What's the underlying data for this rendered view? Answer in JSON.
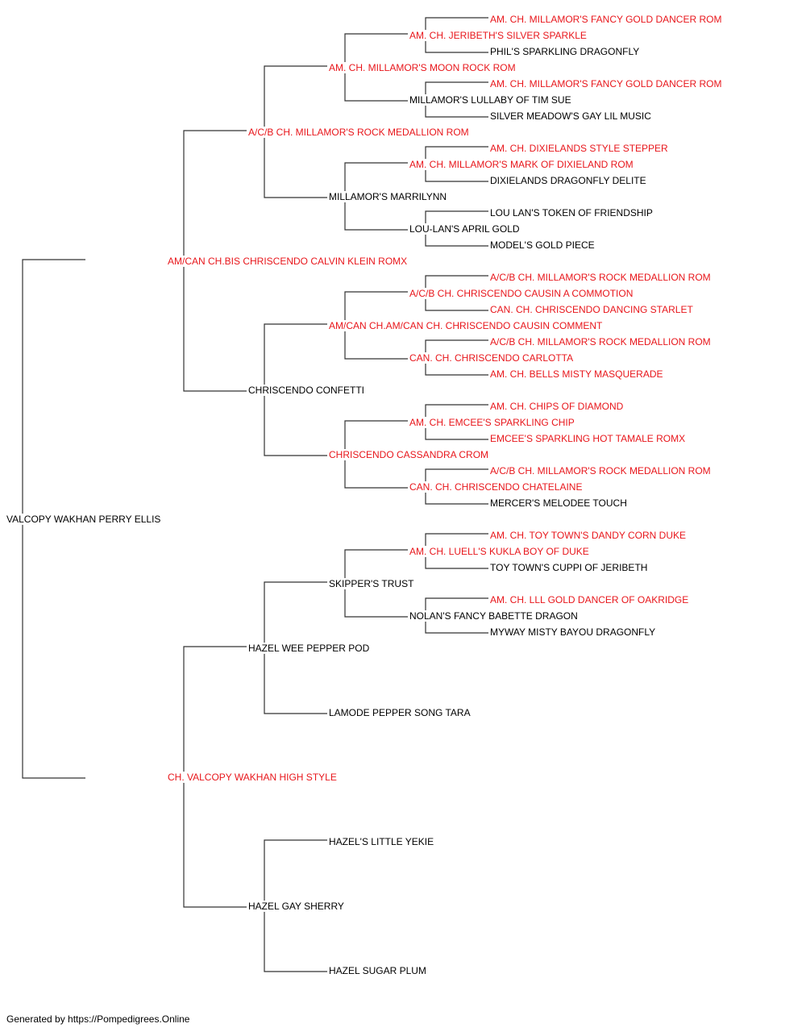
{
  "pedigree": {
    "root": {
      "name": "VALCOPY WAKHAN PERRY ELLIS",
      "champion": false
    },
    "sire": {
      "name": "AM/CAN CH.BIS CHRISCENDO CALVIN KLEIN ROMX",
      "champion": true
    },
    "dam": {
      "name": "CH. VALCOPY WAKHAN HIGH STYLE",
      "champion": true
    },
    "sire_sire": {
      "name": "A/C/B CH. MILLAMOR'S ROCK MEDALLION ROM",
      "champion": true
    },
    "sire_dam": {
      "name": "CHRISCENDO CONFETTI",
      "champion": false
    },
    "dam_sire": {
      "name": "HAZEL WEE PEPPER POD",
      "champion": false
    },
    "dam_dam": {
      "name": "HAZEL GAY SHERRY",
      "champion": false
    },
    "sss": {
      "name": "AM. CH. MILLAMOR'S MOON ROCK ROM",
      "champion": true
    },
    "ssd": {
      "name": "MILLAMOR'S MARRILYNN",
      "champion": false
    },
    "sds": {
      "name": "AM/CAN CH.AM/CAN CH. CHRISCENDO CAUSIN COMMENT",
      "champion": true
    },
    "sdd": {
      "name": "CHRISCENDO CASSANDRA CROM",
      "champion": true
    },
    "dss": {
      "name": "SKIPPER'S TRUST",
      "champion": false
    },
    "dsd": {
      "name": "LAMODE PEPPER SONG TARA",
      "champion": false
    },
    "dds": {
      "name": "HAZEL'S LITTLE YEKIE",
      "champion": false
    },
    "ddd": {
      "name": "HAZEL SUGAR PLUM",
      "champion": false
    },
    "ssss": {
      "name": "AM. CH. JERIBETH'S SILVER SPARKLE",
      "champion": true
    },
    "sssd": {
      "name": "MILLAMOR'S LULLABY OF TIM SUE",
      "champion": false
    },
    "ssds": {
      "name": "AM. CH. MILLAMOR'S MARK OF DIXIELAND ROM",
      "champion": true
    },
    "ssdd": {
      "name": "LOU-LAN'S APRIL GOLD",
      "champion": false
    },
    "sdss": {
      "name": "A/C/B CH. CHRISCENDO CAUSIN A COMMOTION",
      "champion": true
    },
    "sdsd": {
      "name": "CAN. CH. CHRISCENDO CARLOTTA",
      "champion": true
    },
    "sdds": {
      "name": "AM. CH. EMCEE'S SPARKLING CHIP",
      "champion": true
    },
    "sddd": {
      "name": "CAN. CH. CHRISCENDO CHATELAINE",
      "champion": true
    },
    "dsss": {
      "name": "AM. CH. LUELL'S KUKLA BOY OF DUKE",
      "champion": true
    },
    "dssd": {
      "name": "NOLAN'S FANCY BABETTE DRAGON",
      "champion": false
    },
    "g5": [
      {
        "name": "AM. CH. MILLAMOR'S FANCY GOLD DANCER ROM",
        "champion": true
      },
      {
        "name": "PHIL'S SPARKLING DRAGONFLY",
        "champion": false
      },
      {
        "name": "AM. CH. MILLAMOR'S FANCY GOLD DANCER ROM",
        "champion": true
      },
      {
        "name": "SILVER MEADOW'S GAY LIL MUSIC",
        "champion": false
      },
      {
        "name": "AM. CH. DIXIELANDS STYLE STEPPER",
        "champion": true
      },
      {
        "name": "DIXIELANDS DRAGONFLY DELITE",
        "champion": false
      },
      {
        "name": "LOU LAN'S TOKEN OF FRIENDSHIP",
        "champion": false
      },
      {
        "name": "MODEL'S GOLD PIECE",
        "champion": false
      },
      {
        "name": "A/C/B CH. MILLAMOR'S ROCK MEDALLION ROM",
        "champion": true
      },
      {
        "name": "CAN. CH. CHRISCENDO DANCING STARLET",
        "champion": true
      },
      {
        "name": "A/C/B CH. MILLAMOR'S ROCK MEDALLION ROM",
        "champion": true
      },
      {
        "name": "AM. CH. BELLS MISTY MASQUERADE",
        "champion": true
      },
      {
        "name": "AM. CH. CHIPS OF DIAMOND",
        "champion": true
      },
      {
        "name": "EMCEE'S SPARKLING HOT TAMALE ROMX",
        "champion": true
      },
      {
        "name": "A/C/B CH. MILLAMOR'S ROCK MEDALLION ROM",
        "champion": true
      },
      {
        "name": "MERCER'S MELODEE TOUCH",
        "champion": false
      },
      {
        "name": "AM. CH. TOY TOWN'S DANDY CORN DUKE",
        "champion": true
      },
      {
        "name": "TOY TOWN'S CUPPI OF JERIBETH",
        "champion": false
      },
      {
        "name": "AM. CH. LLL GOLD DANCER OF OAKRIDGE",
        "champion": true
      },
      {
        "name": "MYWAY MISTY BAYOU DRAGONFLY",
        "champion": false
      }
    ]
  },
  "footer": "Generated by https://Pompedigrees.Online",
  "colors": {
    "champion": "#e8161b",
    "regular": "#000000",
    "line": "#333333"
  }
}
